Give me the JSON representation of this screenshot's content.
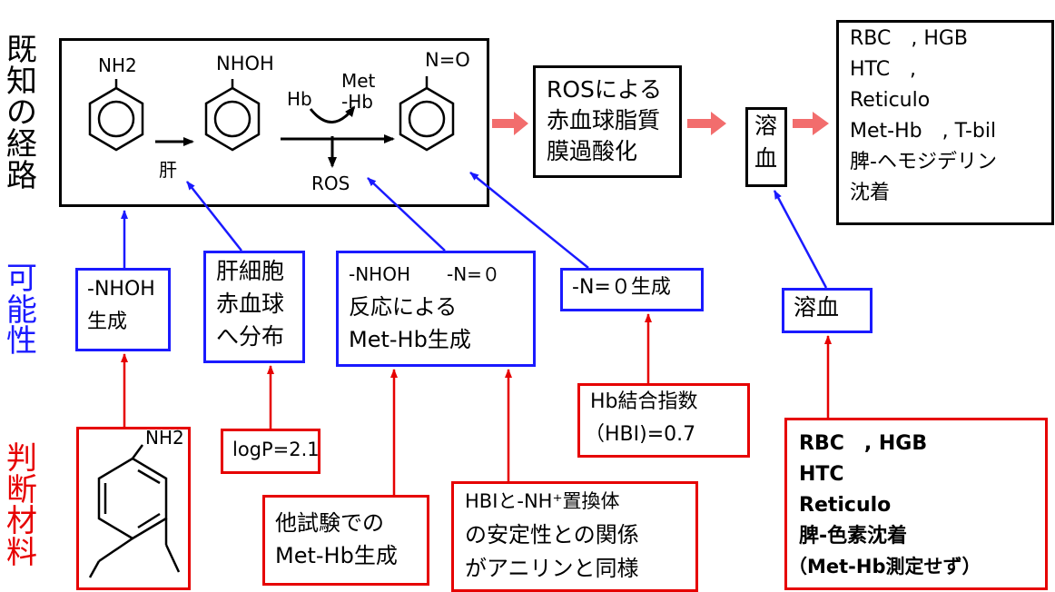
{
  "row_labels": {
    "known": "既知の経路",
    "possible": "可能性",
    "evidence": "判断材料"
  },
  "pathway": {
    "aniline": "NH2",
    "hydroxylamine": "NHOH",
    "nitroso": "N=O",
    "liver": "肝",
    "hb": "Hb",
    "methb_top": "Met",
    "methb_bottom": "-Hb",
    "ros": "ROS"
  },
  "ros_box": [
    "ROSによる",
    "赤血球脂質",
    "膜過酸化"
  ],
  "hemolysis_box": [
    "溶",
    "血"
  ],
  "results_box": [
    "RBC　, HGB",
    "HTC　,",
    "Reticulo",
    "Met-Hb　, T-bil",
    "脾-ヘモジデリン",
    "沈着"
  ],
  "possibility": {
    "nhoh": [
      "-NHOH",
      "生成"
    ],
    "distribution": [
      "肝細胞",
      "赤血球",
      "へ分布"
    ],
    "reaction": [
      "-NHOH　　-N=０",
      "反応による",
      "Met-Hb生成"
    ],
    "no": "-N=０生成",
    "hemolysis": "溶血"
  },
  "evidence": {
    "structure_nh2": "NH2",
    "logp": "logP=2.1",
    "hbi": [
      "Hb結合指数",
      "（HBI)=0.7"
    ],
    "other": [
      "他試験での",
      "Met-Hb生成"
    ],
    "hbi_nh": [
      "HBIと-NH⁺置換体",
      "の安定性との関係",
      "がアニリンと同様"
    ],
    "findings": [
      "RBC　, HGB",
      "HTC",
      "Reticulo",
      "脾-色素沈着",
      "（Met-Hb測定せず）"
    ]
  },
  "colors": {
    "black": "#000000",
    "blue": "#1a1aff",
    "red": "#e60000",
    "salmon": "#f26d6d"
  }
}
